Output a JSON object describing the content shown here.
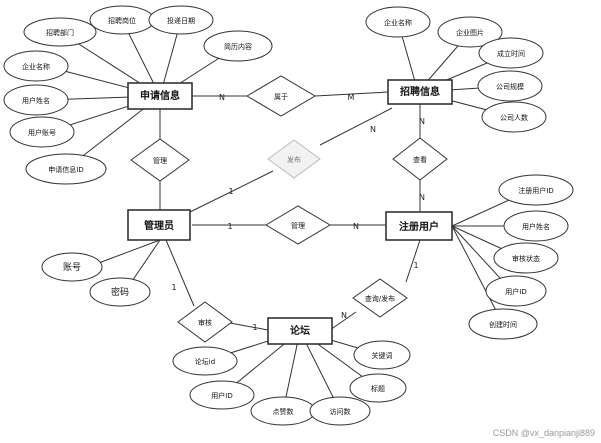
{
  "entities": {
    "application": "申请信息",
    "recruitment": "招聘信息",
    "admin": "管理员",
    "user": "注册用户",
    "forum": "论坛"
  },
  "attributes": {
    "application": [
      "招聘部门",
      "招聘岗位",
      "投递日期",
      "简历内容",
      "企业名称",
      "用户姓名",
      "用户账号",
      "申请信息ID"
    ],
    "recruitment": [
      "企业名称",
      "企业图片",
      "成立时间",
      "公司规模",
      "公司人数"
    ],
    "admin": [
      "账号",
      "密码"
    ],
    "user": [
      "注册用户ID",
      "用户姓名",
      "审核状态",
      "用户ID",
      "创建时间"
    ],
    "forum": [
      "论坛id",
      "用户ID",
      "点赞数",
      "访问数",
      "标题",
      "关键词"
    ]
  },
  "relationships": {
    "belongs": "属于",
    "manage_app": "管理",
    "publish": "发布",
    "view": "查看",
    "manage_user": "管理",
    "review": "审核",
    "post": "查询/发布"
  },
  "cardinalities": {
    "belongs_left": "N",
    "belongs_right": "M",
    "publish_admin": "1",
    "publish_recruit": "N",
    "view_recruit": "N",
    "view_user": "N",
    "manage_admin": "1",
    "manage_user": "N",
    "review_admin": "1",
    "review_forum": "1",
    "post_user": "1",
    "post_forum": "N"
  },
  "watermark": "CSDN @vx_danpianji889"
}
